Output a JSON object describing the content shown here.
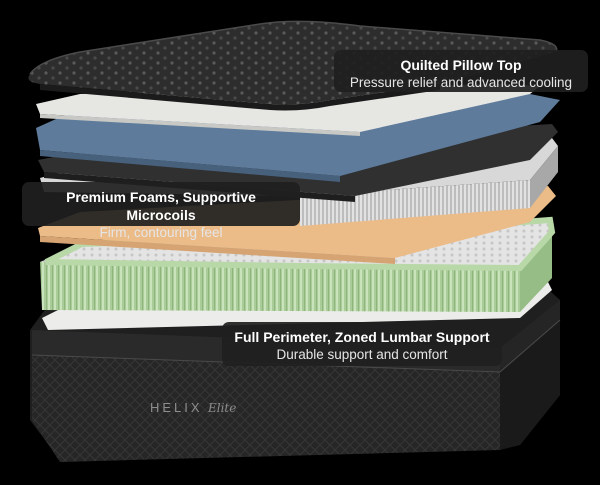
{
  "callouts": {
    "pillow_top": {
      "title": "Quilted Pillow Top",
      "subtitle": "Pressure relief and advanced cooling"
    },
    "foams": {
      "title": "Premium Foams, Supportive Microcoils",
      "subtitle": "Firm, contouring feel"
    },
    "lumbar": {
      "title": "Full Perimeter, Zoned Lumbar Support",
      "subtitle": "Durable support and comfort"
    }
  },
  "brand": {
    "name": "HELIX",
    "script": "Elite"
  },
  "colors": {
    "background": "#000000",
    "pillow_top": "#2b2b2b",
    "white_layer": "#e9e9e7",
    "blue_foam": "#5f7c9c",
    "dark_layer": "#2e2e2e",
    "microcoils": "#cfcfcf",
    "tan_foam": "#e9b985",
    "green_coils": "#b3d4a4",
    "base": "#2a2a2a"
  }
}
